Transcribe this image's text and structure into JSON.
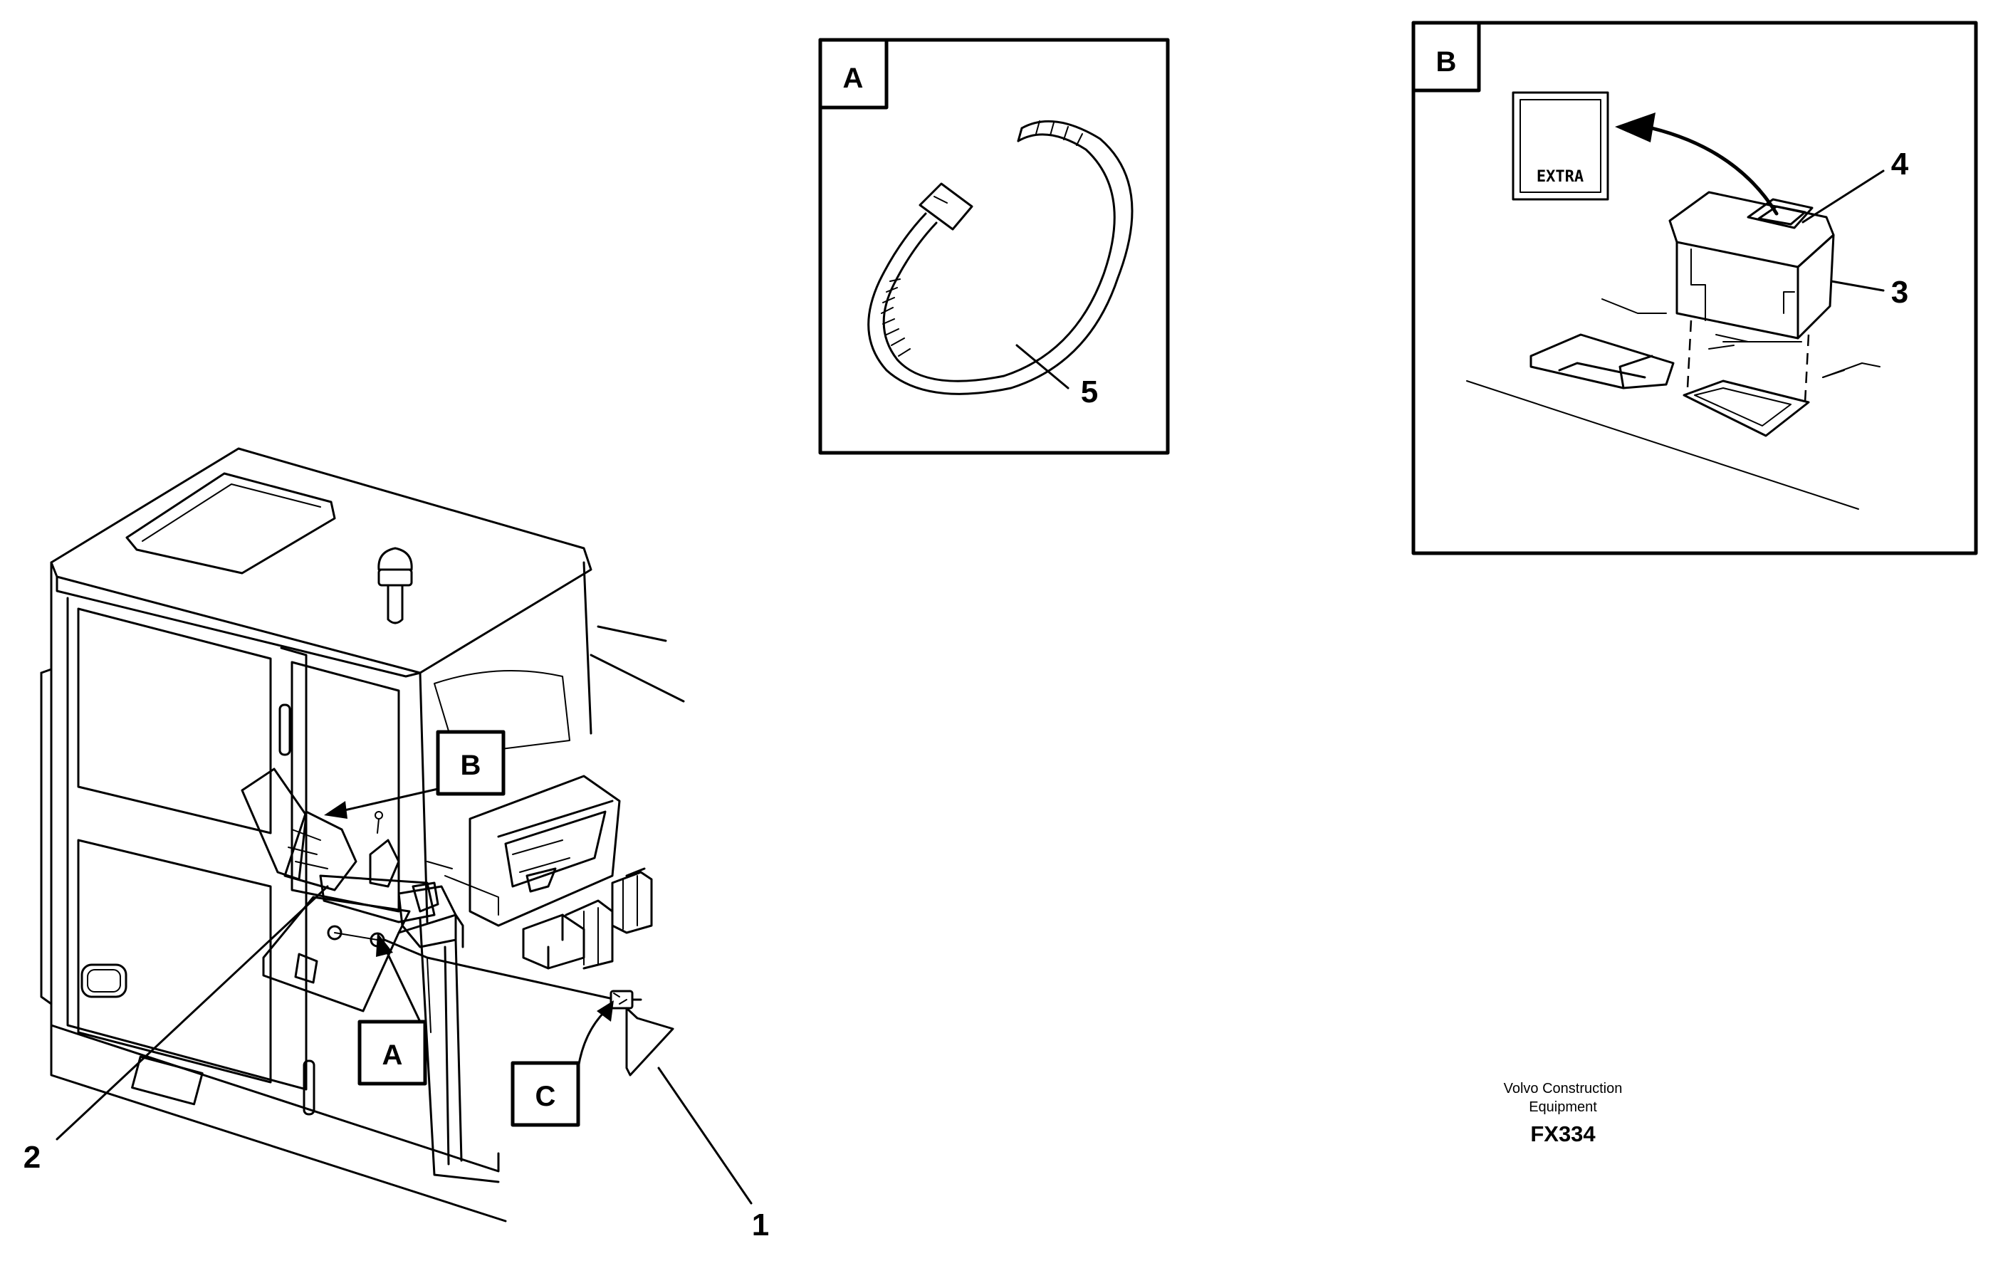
{
  "figure_code": "FX334",
  "credit": {
    "line1": "Volvo Construction",
    "line2": "Equipment"
  },
  "views": {
    "a": "A",
    "b": "B",
    "c": "C"
  },
  "callouts": {
    "n1": "1",
    "n2": "2",
    "n3": "3",
    "n4": "4",
    "n5": "5"
  },
  "detail_b": {
    "decal_text": "EXTRA"
  }
}
